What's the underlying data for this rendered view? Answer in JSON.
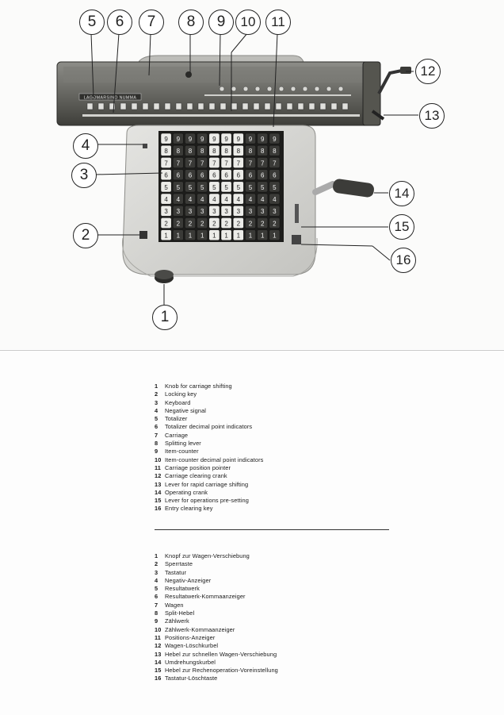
{
  "machine": {
    "brand_label": "LAGOMARSINO NUMMA",
    "keyboard_digits": [
      "9",
      "8",
      "7",
      "6",
      "5",
      "4",
      "3",
      "2",
      "1"
    ],
    "keyboard_columns": 10
  },
  "callouts": [
    "1",
    "2",
    "3",
    "4",
    "5",
    "6",
    "7",
    "8",
    "9",
    "10",
    "11",
    "12",
    "13",
    "14",
    "15",
    "16"
  ],
  "legend_en": [
    {
      "num": "1",
      "text": "Knob for carriage shifting"
    },
    {
      "num": "2",
      "text": "Locking key"
    },
    {
      "num": "3",
      "text": "Keyboard"
    },
    {
      "num": "4",
      "text": "Negative signal"
    },
    {
      "num": "5",
      "text": "Totalizer"
    },
    {
      "num": "6",
      "text": "Totalizer decimal point indicators"
    },
    {
      "num": "7",
      "text": "Carriage"
    },
    {
      "num": "8",
      "text": "Splitting lever"
    },
    {
      "num": "9",
      "text": "Item-counter"
    },
    {
      "num": "10",
      "text": "Item-counter decimal point indicators"
    },
    {
      "num": "11",
      "text": "Carriage position pointer"
    },
    {
      "num": "12",
      "text": "Carriage clearing crank"
    },
    {
      "num": "13",
      "text": "Lever for rapid carriage shifting"
    },
    {
      "num": "14",
      "text": "Operating crank"
    },
    {
      "num": "15",
      "text": "Lever for operations pre-setting"
    },
    {
      "num": "16",
      "text": "Entry clearing key"
    }
  ],
  "legend_de": [
    {
      "num": "1",
      "text": "Knopf zur Wagen-Verschiebung"
    },
    {
      "num": "2",
      "text": "Sperrtaste"
    },
    {
      "num": "3",
      "text": "Tastatur"
    },
    {
      "num": "4",
      "text": "Negativ-Anzeiger"
    },
    {
      "num": "5",
      "text": "Resultatwerk"
    },
    {
      "num": "6",
      "text": "Resultatwerk-Kommaanzeiger"
    },
    {
      "num": "7",
      "text": "Wagen"
    },
    {
      "num": "8",
      "text": "Split-Hebel"
    },
    {
      "num": "9",
      "text": "Zählwerk"
    },
    {
      "num": "10",
      "text": "Zählwerk-Kommaanzeiger"
    },
    {
      "num": "11",
      "text": "Positions-Anzeiger"
    },
    {
      "num": "12",
      "text": "Wagen-Löschkurbel"
    },
    {
      "num": "13",
      "text": "Hebel zur schnellen Wagen-Verschiebung"
    },
    {
      "num": "14",
      "text": "Umdrehungskurbel"
    },
    {
      "num": "15",
      "text": "Hebel zur Rechenoperation-Voreinstellung"
    },
    {
      "num": "16",
      "text": "Tastatur-Löschtaste"
    }
  ]
}
